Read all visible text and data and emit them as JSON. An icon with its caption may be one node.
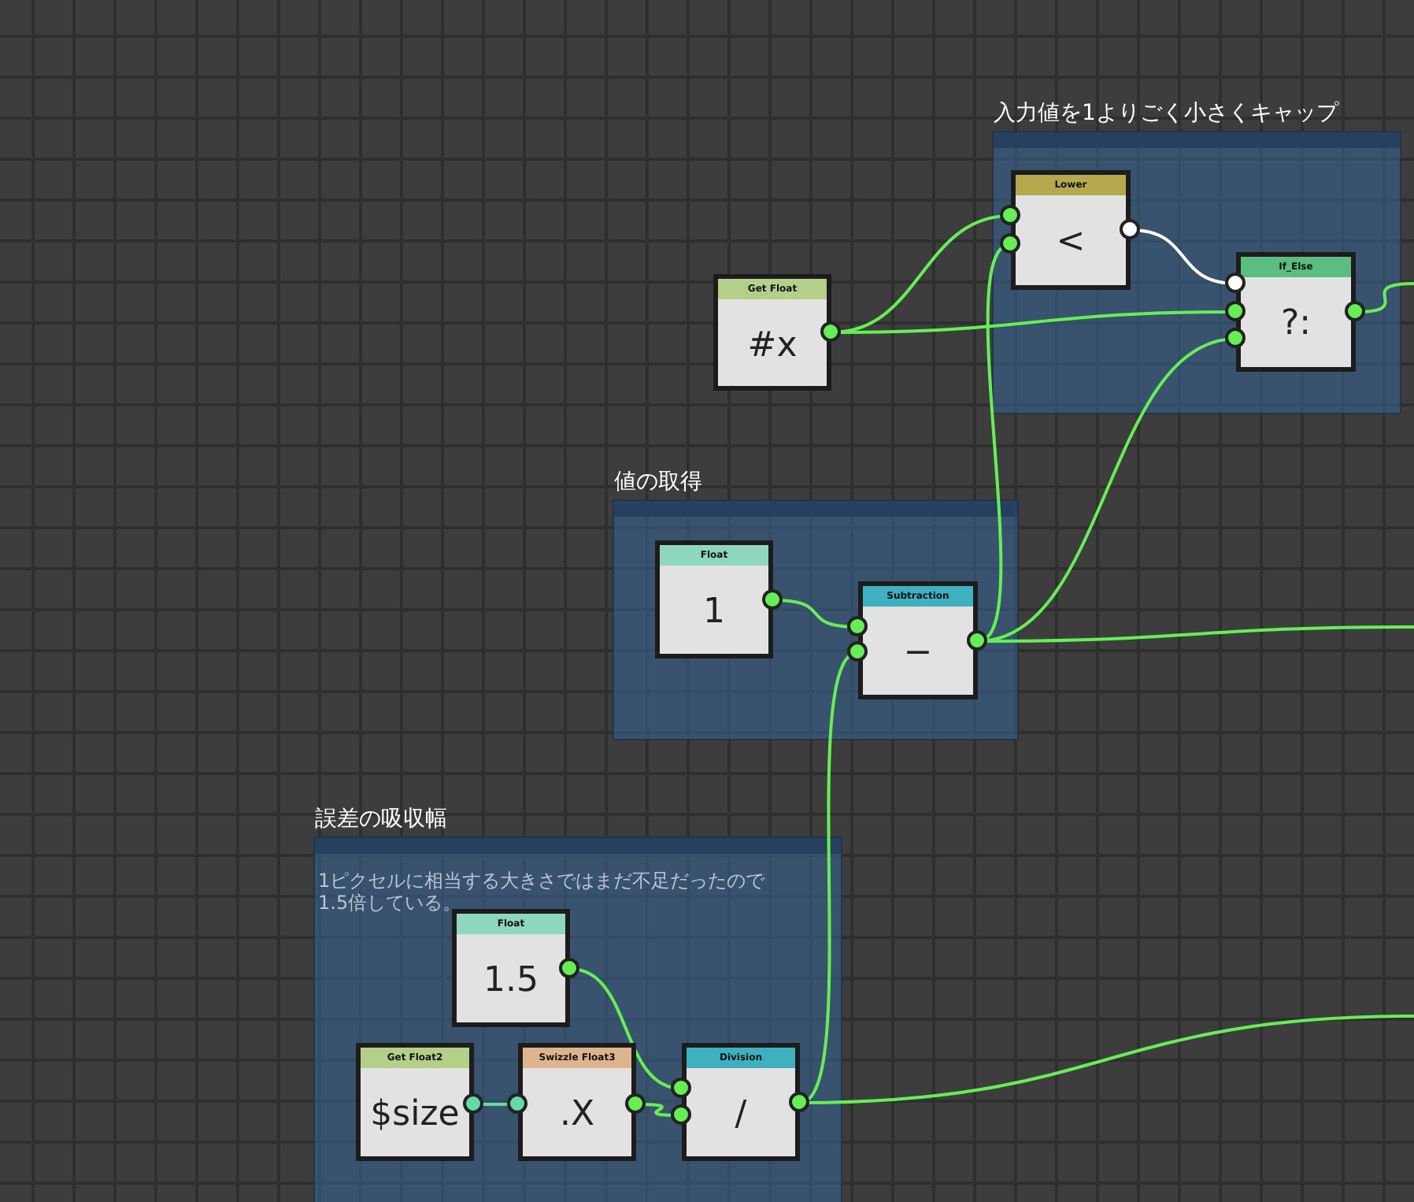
{
  "diagram": {
    "nodes": [
      {
        "text": [
          "入力値を1よりごく小さくキャップ"
        ]
      },
      {
        "text": [
          "Lower",
          "<"
        ],
        "in": 0
      },
      {
        "text": [
          "If_Else",
          "?:"
        ],
        "in": 0
      },
      {
        "text": [
          "Get Float",
          "#x"
        ]
      },
      {
        "text": [
          "値の取得"
        ]
      },
      {
        "text": [
          "Float",
          "1"
        ],
        "in": 4
      },
      {
        "text": [
          "Subtraction",
          "−"
        ],
        "in": 4
      },
      {
        "text": [
          "誤差の吸収幅",
          "1ピクセルに相当する大きさではまだ不足だったので1.5倍している。"
        ]
      },
      {
        "text": [
          "Float",
          "1.5"
        ],
        "in": 7
      },
      {
        "text": [
          "Get Float2",
          "$size"
        ],
        "in": 7
      },
      {
        "text": [
          "Swizzle Float3",
          ".X"
        ],
        "in": 7
      },
      {
        "text": [
          "Division",
          "/"
        ],
        "in": 7
      }
    ],
    "edges": [
      {
        "from": 3,
        "to": 1,
        "arrow": "none"
      },
      {
        "from": 3,
        "to": 2,
        "arrow": "none"
      },
      {
        "from": 1,
        "to": 2,
        "arrow": "none",
        "color": "#ffffff"
      },
      {
        "from": 6,
        "to": 1,
        "arrow": "none"
      },
      {
        "from": 6,
        "to": 2,
        "arrow": "none"
      },
      {
        "from": 6,
        "to": null,
        "arrow": "none"
      },
      {
        "from": 2,
        "to": null,
        "arrow": "none"
      },
      {
        "from": 5,
        "to": 6,
        "arrow": "none"
      },
      {
        "from": 11,
        "to": 6,
        "arrow": "none"
      },
      {
        "from": 11,
        "to": null,
        "arrow": "none"
      },
      {
        "from": 8,
        "to": 11,
        "arrow": "none"
      },
      {
        "from": 9,
        "to": 10,
        "arrow": "none",
        "color": "#66d9a8"
      },
      {
        "from": 10,
        "to": 11,
        "arrow": "none"
      }
    ]
  }
}
